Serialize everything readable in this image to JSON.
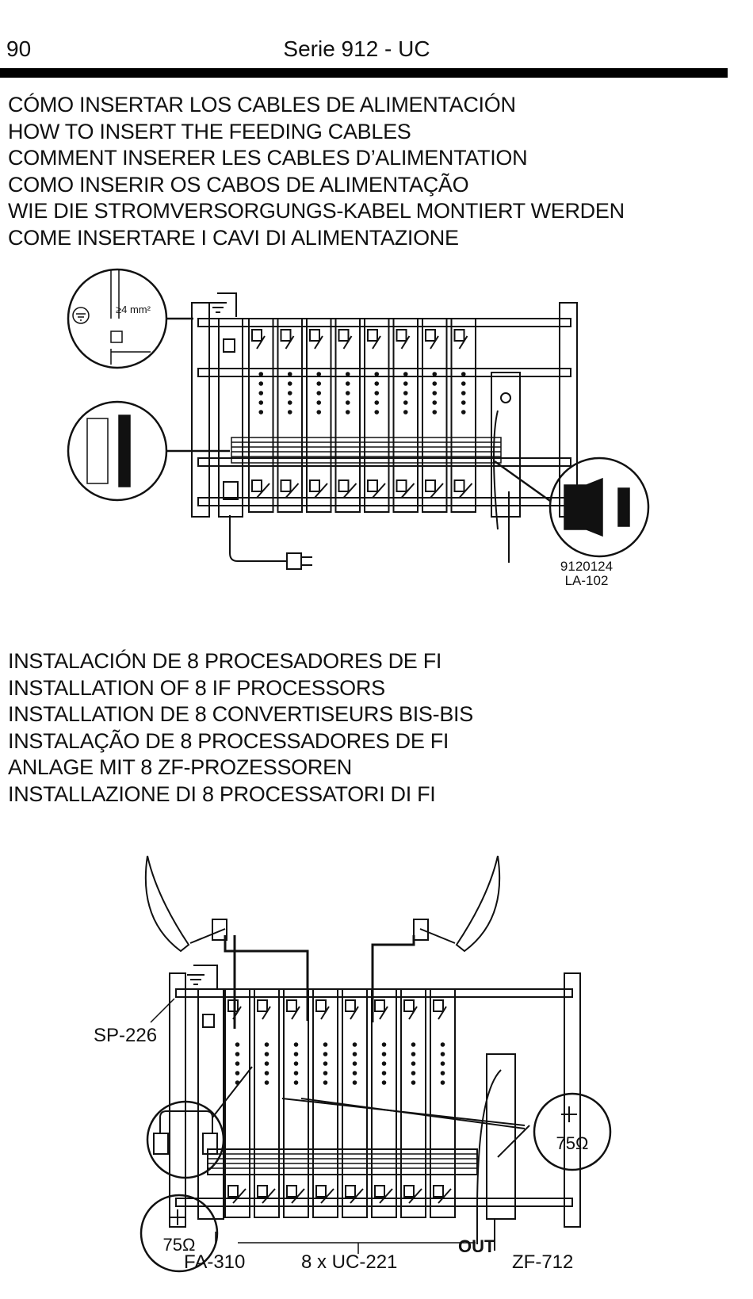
{
  "header": {
    "page_number": "90",
    "series_title": "Serie 912 - UC"
  },
  "section1": {
    "headings": [
      "CÓMO INSERTAR LOS CABLES DE ALIMENTACIÓN",
      "HOW TO INSERT THE FEEDING CABLES",
      "COMMENT INSERER LES CABLES D’ALIMENTATION",
      "COMO INSERIR OS CABOS DE ALIMENTAÇÃO",
      "WIE DIE STROMVERSORGUNGS-KABEL MONTIERT WERDEN",
      "COME INSERTARE I CAVI DI ALIMENTAZIONE"
    ],
    "figure": {
      "ground_label": "≥4 mm²",
      "part_code": "9120124",
      "part_name": "LA-102"
    }
  },
  "section2": {
    "headings": [
      "INSTALACIÓN DE 8 PROCESADORES DE FI",
      "INSTALLATION OF 8 IF PROCESSORS",
      "INSTALLATION DE 8 CONVERTISEURS BIS-BIS",
      "INSTALAÇÃO DE 8 PROCESSADORES DE FI",
      "ANLAGE MIT 8 ZF-PROZESSOREN",
      "INSTALLAZIONE DI 8 PROCESSATORI DI FI"
    ],
    "figure": {
      "sp_label": "SP-226",
      "fa_label": "FA-310",
      "uc_label": "8 x UC-221",
      "out_label": "OUT",
      "zf_label": "ZF-712",
      "load_left": "75Ω",
      "load_right": "75Ω"
    }
  }
}
